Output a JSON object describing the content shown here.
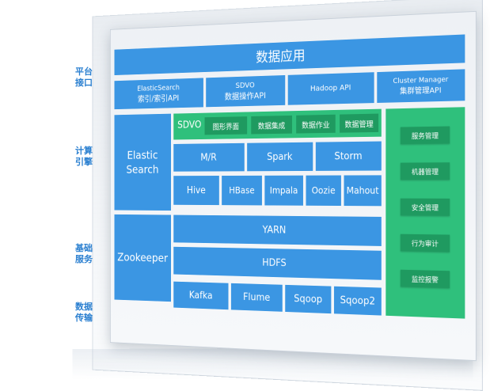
{
  "side_labels": {
    "platform": "平台\n接口",
    "compute": "计算\n引擎",
    "base": "基础\n服务",
    "transport": "数据\n传输"
  },
  "top": {
    "title": "数据应用"
  },
  "apis": [
    {
      "line1": "ElasticSearch",
      "line2": "索引/索引API"
    },
    {
      "line1": "SDVO",
      "line2": "数据操作API"
    },
    {
      "line1": "Hadoop API",
      "line2": ""
    },
    {
      "line1": "Cluster Manager",
      "line2": "集群管理API"
    }
  ],
  "left_blocks": {
    "elastic": "Elastic\nSearch",
    "zookeeper": "Zookeeper"
  },
  "sdvo": {
    "label": "SDVO",
    "tabs": [
      "图形界面",
      "数据集成",
      "数据作业",
      "数据管理"
    ]
  },
  "compute_row1": [
    "M/R",
    "Spark",
    "Storm"
  ],
  "compute_row2": [
    "Hive",
    "HBase",
    "Impala",
    "Oozie",
    "Mahout"
  ],
  "base": {
    "yarn": "YARN",
    "hdfs": "HDFS"
  },
  "transport": [
    "Kafka",
    "Flume",
    "Sqoop",
    "Sqoop2"
  ],
  "right_services": [
    "服务管理",
    "机器管理",
    "安全管理",
    "行为审计",
    "监控报警"
  ],
  "colors": {
    "blue": "#3b96e3",
    "green": "#2fc07c",
    "dark_green": "#1f9a60",
    "label": "#2a7fd0"
  }
}
